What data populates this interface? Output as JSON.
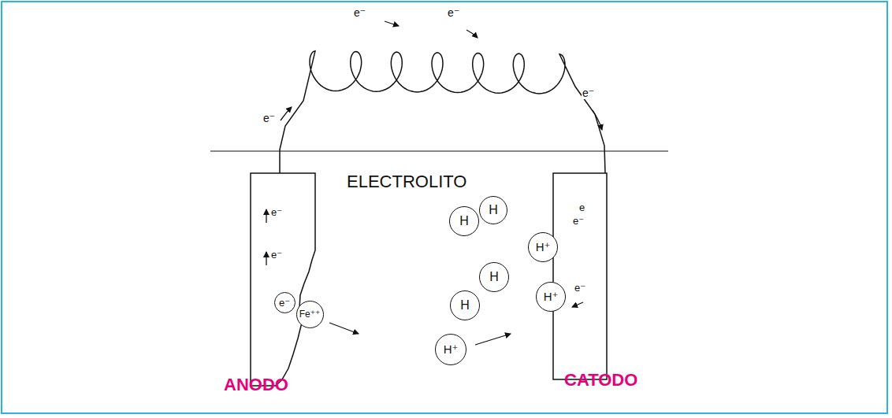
{
  "diagram": {
    "nodes": [
      {
        "text": [
          "H"
        ]
      },
      {
        "text": [
          "H"
        ]
      },
      {
        "text": [
          "H⁺"
        ]
      },
      {
        "text": [
          "H"
        ]
      },
      {
        "text": [
          "H"
        ]
      },
      {
        "text": [
          "H⁺"
        ]
      },
      {
        "text": [
          "e⁻"
        ]
      },
      {
        "text": [
          "Fe⁺⁺"
        ]
      },
      {
        "text": [
          "H⁺"
        ]
      }
    ],
    "labels": [
      "e⁻",
      "e⁻",
      "e⁻",
      "e⁻",
      "ELECTROLITO",
      "e⁻",
      "e",
      "e⁻",
      "e⁻",
      "e⁻",
      "ANODO",
      "CATODO"
    ]
  }
}
